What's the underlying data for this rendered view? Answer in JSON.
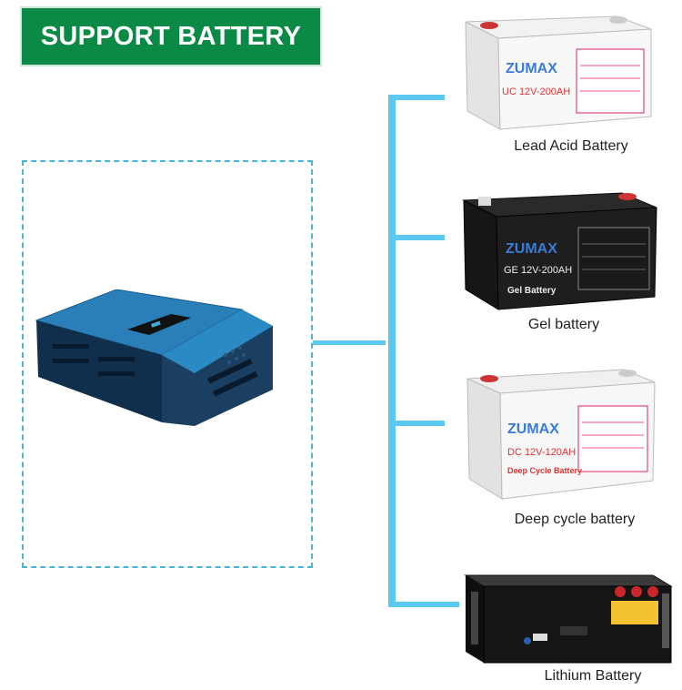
{
  "banner": {
    "title": "SUPPORT BATTERY"
  },
  "colors": {
    "banner": "#0a8a44",
    "connector": "#5bc8ef",
    "dashed_border": "#4bb3d8",
    "inverter": "#1f6fa5"
  },
  "batteries": [
    {
      "caption": "Lead Acid Battery",
      "brand": "ZUMAX",
      "model": "UC 12V-200AH"
    },
    {
      "caption": "Gel battery",
      "brand": "ZUMAX",
      "model": "GE 12V-200AH",
      "sublabel": "Gel Battery"
    },
    {
      "caption": "Deep cycle battery",
      "brand": "ZUMAX",
      "model": "DC 12V-120AH",
      "sublabel": "Deep Cycle Battery"
    },
    {
      "caption": "Lithium Battery"
    }
  ]
}
